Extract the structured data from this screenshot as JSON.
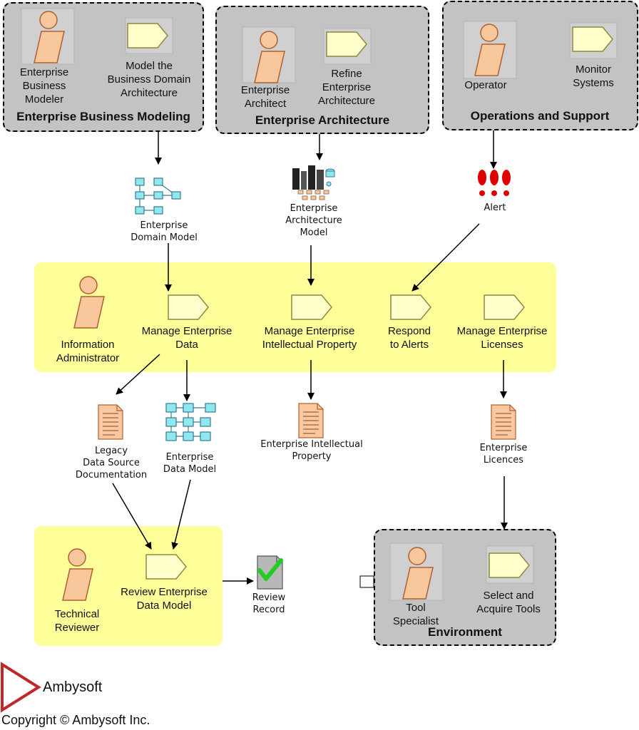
{
  "lanes": {
    "business_modeling": {
      "title": "Enterprise Business Modeling",
      "role": "Enterprise\nBusiness\nModeler",
      "activity": "Model the\nBusiness Domain\nArchitecture"
    },
    "architecture": {
      "title": "Enterprise Architecture",
      "role": "Enterprise\nArchitect",
      "activity": "Refine\nEnterprise\nArchitecture"
    },
    "operations": {
      "title": "Operations and Support",
      "role": "Operator",
      "activity": "Monitor\nSystems"
    },
    "administration": {
      "role": "Information\nAdministrator",
      "activities": [
        "Manage Enterprise\nData",
        "Manage Enterprise\nIntellectual Property",
        "Respond\nto Alerts",
        "Manage Enterprise\nLicenses"
      ]
    },
    "review": {
      "role": "Technical\nReviewer",
      "activity": "Review Enterprise\nData Model"
    },
    "environment": {
      "title": "Environment",
      "role": "Tool\nSpecialist",
      "activity": "Select and\nAcquire Tools"
    }
  },
  "artifacts": {
    "domain_model": "Enterprise\nDomain Model",
    "architecture_model": "Enterprise\nArchitecture\nModel",
    "alert": "Alert",
    "legacy_docs": "Legacy\nData Source\nDocumentation",
    "data_model": "Enterprise\nData Model",
    "intellectual_property": "Enterprise Intellectual\nProperty",
    "licences": "Enterprise\nLicences",
    "review_record": "Review\nRecord"
  },
  "footer": {
    "brand": "Ambysoft",
    "copyright": "Copyright © Ambysoft Inc."
  },
  "colors": {
    "lane_gray": "#c3c3c3",
    "lane_yellow": "#ffff9a",
    "actor_fill": "#f8c79c",
    "activity_fill": "#ffffcc",
    "model_fill": "#8fe8f0",
    "doc_fill": "#f9c8a0",
    "alert_red": "#e00000",
    "check_green": "#22cc22",
    "logo_red": "#c02828"
  }
}
